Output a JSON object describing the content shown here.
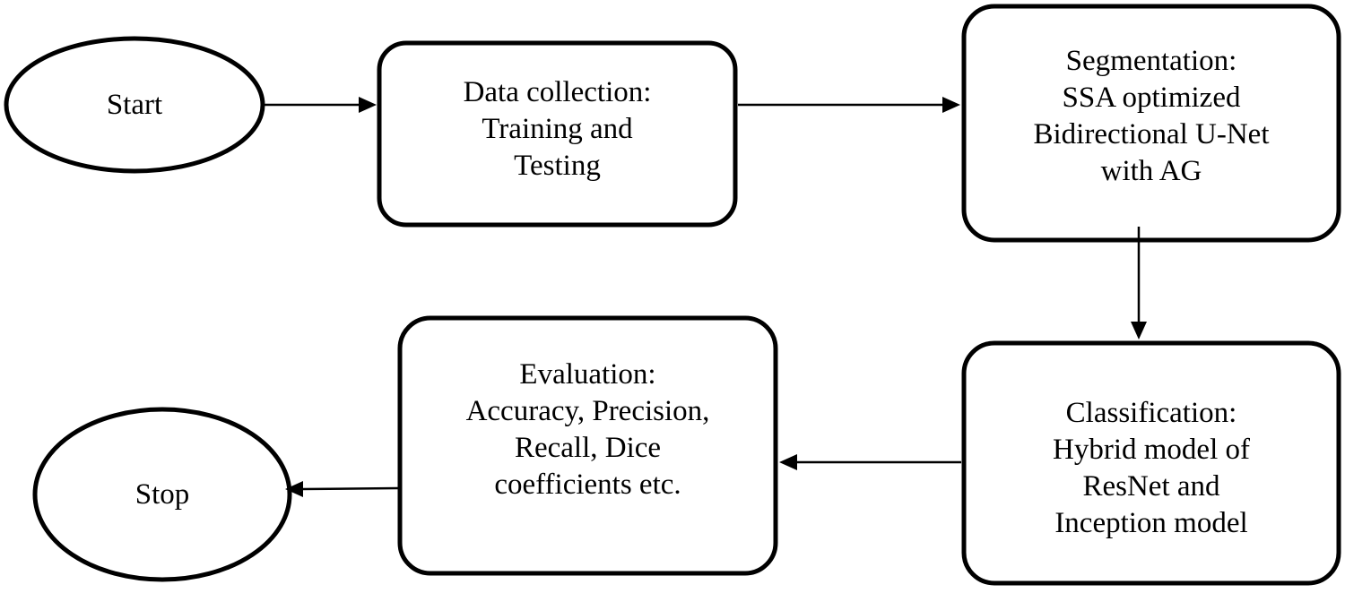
{
  "nodes": {
    "start": {
      "shape": "ellipse",
      "lines": [
        "Start"
      ]
    },
    "data_collection": {
      "shape": "rounded-rect",
      "lines": [
        "Data collection:",
        "Training and",
        "Testing"
      ]
    },
    "segmentation": {
      "shape": "rounded-rect",
      "lines": [
        "Segmentation:",
        "SSA optimized",
        "Bidirectional U-Net",
        "with AG"
      ]
    },
    "classification": {
      "shape": "rounded-rect",
      "lines": [
        "Classification:",
        "Hybrid model of",
        "ResNet and",
        "Inception model"
      ]
    },
    "evaluation": {
      "shape": "rounded-rect",
      "lines": [
        "Evaluation:",
        "Accuracy, Precision,",
        "Recall, Dice",
        "coefficients etc."
      ]
    },
    "stop": {
      "shape": "ellipse",
      "lines": [
        "Stop"
      ]
    }
  },
  "edges": [
    {
      "from": "start",
      "to": "data_collection"
    },
    {
      "from": "data_collection",
      "to": "segmentation"
    },
    {
      "from": "segmentation",
      "to": "classification"
    },
    {
      "from": "classification",
      "to": "evaluation"
    },
    {
      "from": "evaluation",
      "to": "stop"
    }
  ]
}
